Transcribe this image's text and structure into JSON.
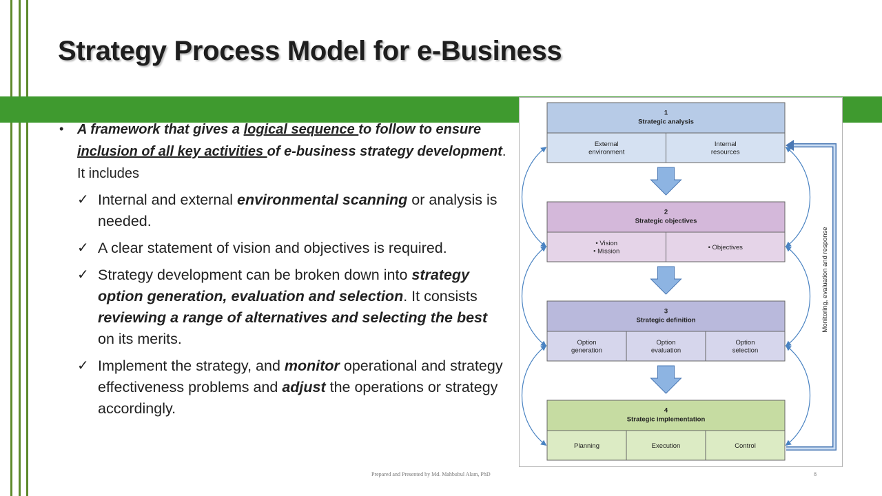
{
  "slide": {
    "title": "Strategy Process Model for e-Business",
    "footer": "Prepared and Presented by Md. Mahbubul Alam, PhD",
    "page_number": "8"
  },
  "content": {
    "bullet": {
      "part1": "A framework that gives a ",
      "u1": "logical sequence ",
      "part2": "to follow to ensure ",
      "u2": "inclusion of all key activities ",
      "part3": "of e-business strategy development",
      "part4": ". It includes"
    },
    "checks": [
      {
        "a": "Internal and external ",
        "b": "environmental scanning",
        "c": " or analysis is needed."
      },
      {
        "a": "A clear statement of vision and objectives is required."
      },
      {
        "a": "Strategy development can be broken down into ",
        "b": "strategy option generation, evaluation and selection",
        "c": ". It consists ",
        "d": "reviewing a range of alternatives and selecting the best",
        "e": " on its merits."
      },
      {
        "a": "Implement the strategy, and ",
        "b": "monitor",
        "c": " operational and strategy effectiveness problems and ",
        "d": "adjust",
        "e": " the operations or strategy accordingly."
      }
    ]
  },
  "diagram": {
    "feedback_label": "Monitoring, evaluation and response",
    "stages": [
      {
        "number": "1",
        "title": "Strategic analysis",
        "cells": [
          "External\nenvironment",
          "Internal\nresources"
        ],
        "header_color": "#b7cbe7",
        "cell_color": "#d5e1f2"
      },
      {
        "number": "2",
        "title": "Strategic objectives",
        "cells": [
          "• Vision\n• Mission",
          "• Objectives"
        ],
        "header_color": "#d4b8da",
        "cell_color": "#e5d4e8"
      },
      {
        "number": "3",
        "title": "Strategic definition",
        "cells": [
          "Option\ngeneration",
          "Option\nevaluation",
          "Option\nselection"
        ],
        "header_color": "#b9b9dc",
        "cell_color": "#d6d6ec"
      },
      {
        "number": "4",
        "title": "Strategic implementation",
        "cells": [
          "Planning",
          "Execution",
          "Control"
        ],
        "header_color": "#c6dca2",
        "cell_color": "#dcebc4"
      }
    ],
    "colors": {
      "arrow_fill": "#8db4e2",
      "arrow_stroke": "#4a78b4",
      "curve": "#4a83c2",
      "border": "#666666"
    }
  }
}
